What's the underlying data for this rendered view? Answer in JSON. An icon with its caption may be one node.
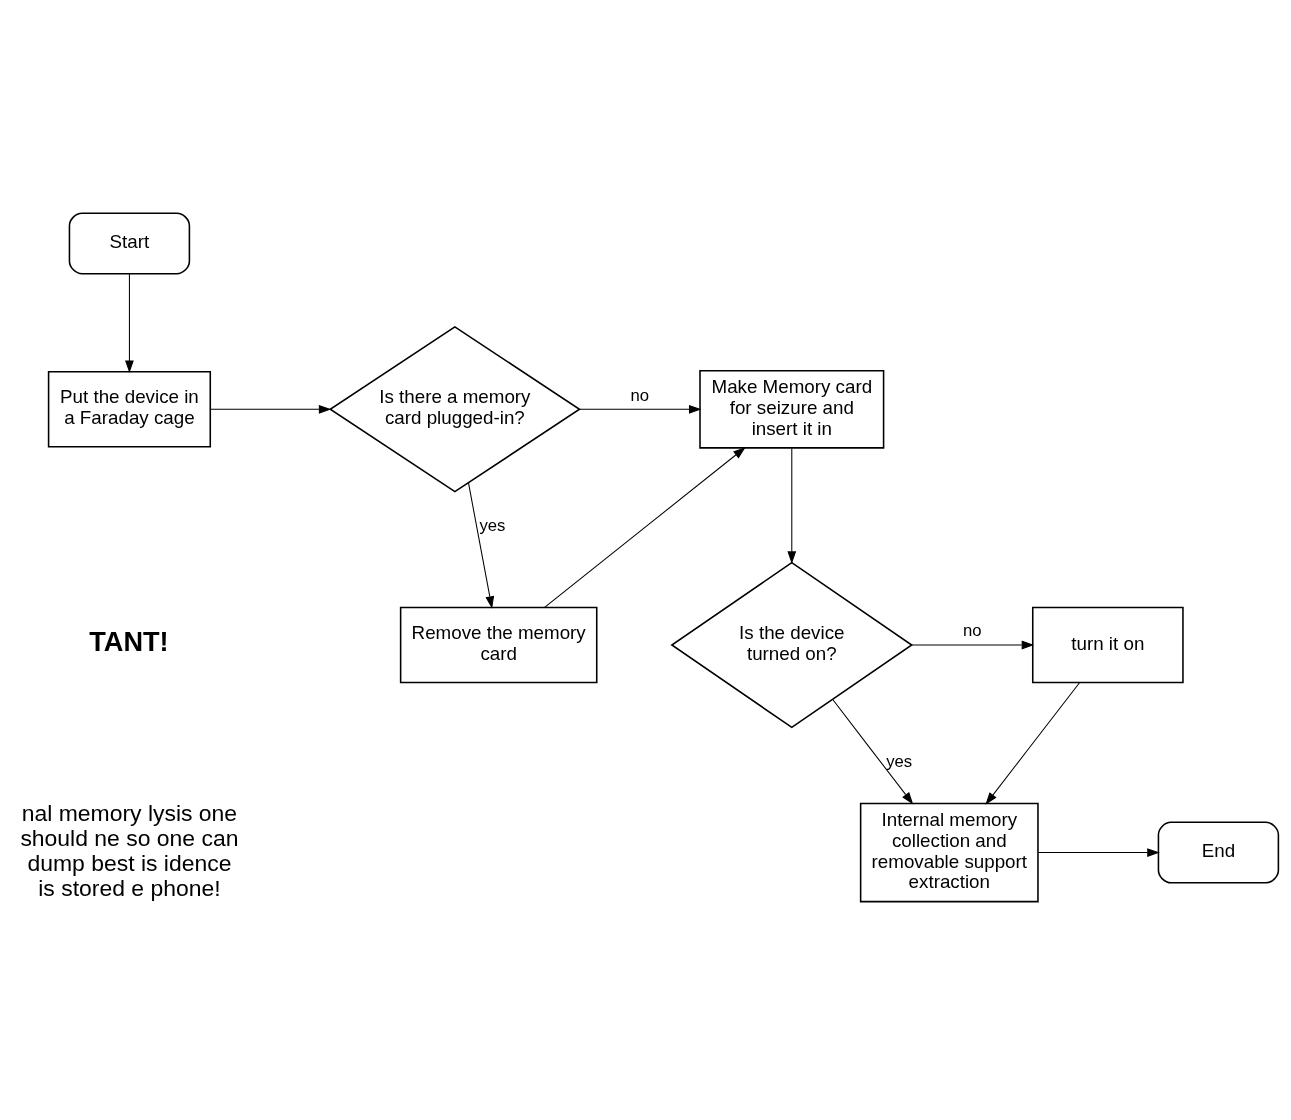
{
  "diagram": {
    "nodes": [
      {
        "text": [
          "Start"
        ]
      },
      {
        "text": [
          "Put the device in a Faraday cage"
        ]
      },
      {
        "text": [
          "Is there a memory card plugged-in?"
        ]
      },
      {
        "text": [
          "Remove the memory card"
        ]
      },
      {
        "text": [
          "Make Memory card for seizure and insert it in"
        ]
      },
      {
        "text": [
          "Is the device turned on?"
        ]
      },
      {
        "text": [
          "turn it on"
        ]
      },
      {
        "text": [
          "Internal memory collection and removable support extraction"
        ]
      },
      {
        "text": [
          "End"
        ]
      }
    ],
    "edges": [
      {
        "from": 0,
        "to": 1,
        "arrow": "to"
      },
      {
        "from": 1,
        "to": 2,
        "arrow": "to"
      },
      {
        "from": 2,
        "to": 3,
        "arrow": "to",
        "label": "yes"
      },
      {
        "from": 2,
        "to": 4,
        "arrow": "to",
        "label": "no"
      },
      {
        "from": 3,
        "to": 4,
        "arrow": "to"
      },
      {
        "from": 4,
        "to": 5,
        "arrow": "to"
      },
      {
        "from": 5,
        "to": 6,
        "arrow": "to",
        "label": "no"
      },
      {
        "from": 5,
        "to": 7,
        "arrow": "to",
        "label": "yes"
      },
      {
        "from": 6,
        "to": 7,
        "arrow": "to"
      },
      {
        "from": 7,
        "to": 8,
        "arrow": "to"
      }
    ],
    "labels": [
      "TANT!",
      "nal memory lysis one should ne so one can dump best is idence is stored e phone!"
    ]
  }
}
